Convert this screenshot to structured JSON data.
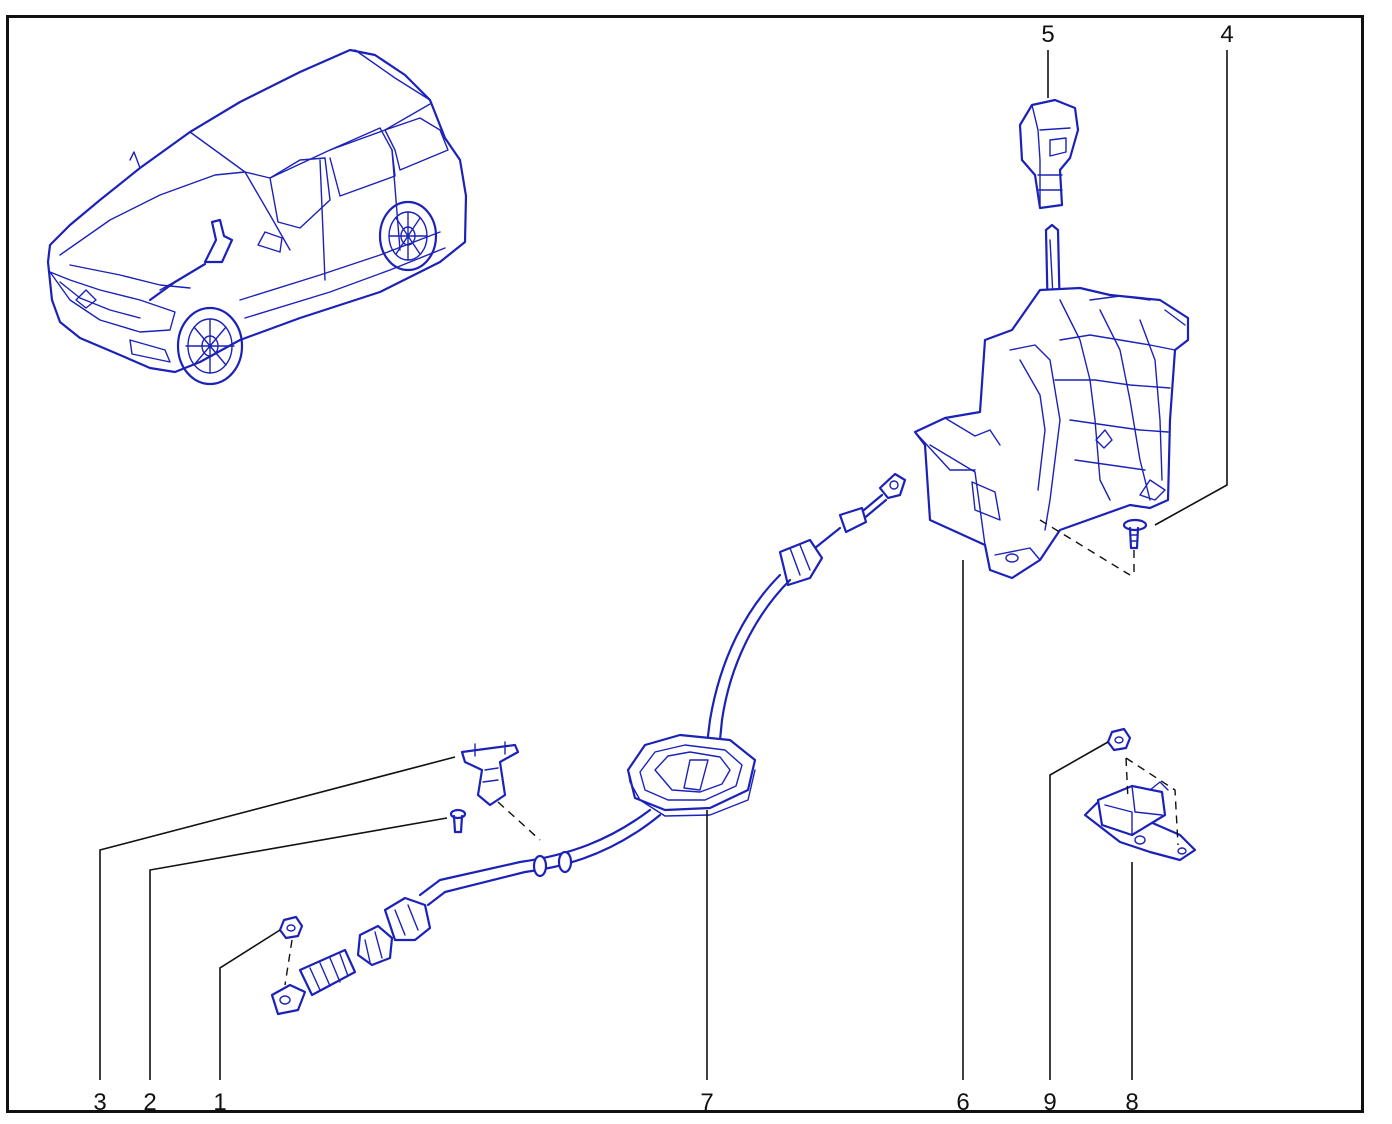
{
  "callouts": {
    "c1": "1",
    "c2": "2",
    "c3": "3",
    "c4": "4",
    "c5": "5",
    "c6": "6",
    "c7": "7",
    "c8": "8",
    "c9": "9"
  },
  "colors": {
    "line_art": "#1c22b8",
    "leader": "#111111",
    "frame": "#111111",
    "background": "#ffffff"
  }
}
